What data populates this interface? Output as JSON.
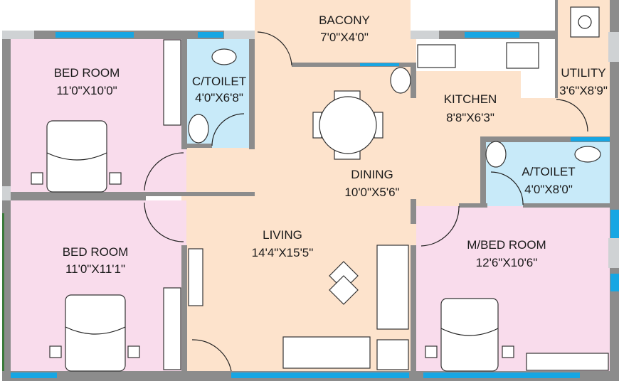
{
  "plan": {
    "rooms": [
      {
        "id": "bed-room-1",
        "name": "BED ROOM",
        "size": "11'0\"X10'0\""
      },
      {
        "id": "c-toilet",
        "name": "C/TOILET",
        "size": "4'0\"X6'8\""
      },
      {
        "id": "balcony",
        "name": "BACONY",
        "size": "7'0\"X4'0\""
      },
      {
        "id": "kitchen",
        "name": "KITCHEN",
        "size": "8'8\"X6'3\""
      },
      {
        "id": "utility",
        "name": "UTILITY",
        "size": "3'6\"X8'9\""
      },
      {
        "id": "dining",
        "name": "DINING",
        "size": "10'0\"X5'6\""
      },
      {
        "id": "a-toilet",
        "name": "A/TOILET",
        "size": "4'0\"X8'0\""
      },
      {
        "id": "living",
        "name": "LIVING",
        "size": "14'4\"X15'5\""
      },
      {
        "id": "m-bed-room",
        "name": "M/BED ROOM",
        "size": "12'6\"X10'6\""
      },
      {
        "id": "bed-room-2",
        "name": "BED ROOM",
        "size": "11'0\"X11'1\""
      }
    ],
    "colors": {
      "bedroom": "#f9dcec",
      "toilet": "#c8eaf9",
      "living": "#fde3cc",
      "wall": "#8c8c8c",
      "window": "#17a6e3"
    }
  }
}
